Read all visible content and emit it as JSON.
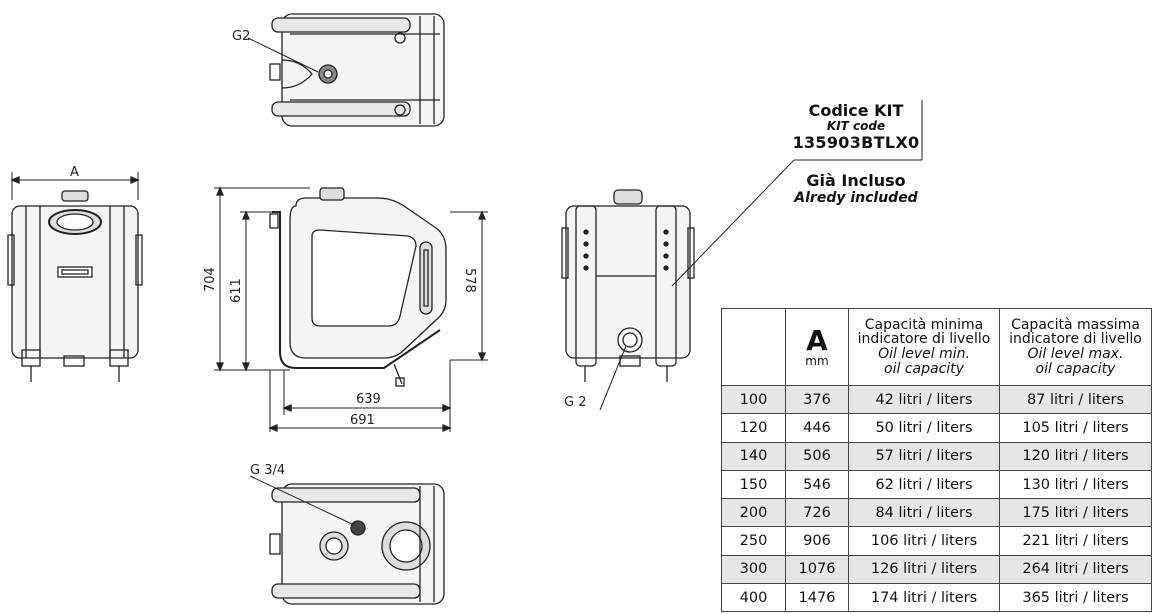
{
  "labels": {
    "g2_top": "G2",
    "dim_a": "A",
    "dim_704": "704",
    "dim_611": "611",
    "dim_578": "578",
    "dim_639": "639",
    "dim_691": "691",
    "g2_right": "G 2",
    "g34_bottom": "G 3/4"
  },
  "kit": {
    "title": "Codice KIT",
    "subtitle": "KIT code",
    "code": "135903BTLX0",
    "included_it": "Già Incluso",
    "included_en": "Alredy included"
  },
  "table": {
    "header": {
      "a_label": "A",
      "a_unit": "mm",
      "min_it_1": "Capacità minima",
      "min_it_2": "indicatore di livello",
      "min_en_1": "Oil level min.",
      "min_en_2": "oil capacity",
      "max_it_1": "Capacità massima",
      "max_it_2": "indicatore di livello",
      "max_en_1": "Oil level max.",
      "max_en_2": "oil capacity"
    },
    "rows": [
      {
        "model": "100",
        "a": "376",
        "min": "42 litri / liters",
        "max": "87 litri / liters"
      },
      {
        "model": "120",
        "a": "446",
        "min": "50 litri / liters",
        "max": "105 litri / liters"
      },
      {
        "model": "140",
        "a": "506",
        "min": "57 litri / liters",
        "max": "120 litri / liters"
      },
      {
        "model": "150",
        "a": "546",
        "min": "62 litri / liters",
        "max": "130 litri / liters"
      },
      {
        "model": "200",
        "a": "726",
        "min": "84 litri / liters",
        "max": "175 litri / liters"
      },
      {
        "model": "250",
        "a": "906",
        "min": "106 litri / liters",
        "max": "221 litri / liters"
      },
      {
        "model": "300",
        "a": "1076",
        "min": "126 litri / liters",
        "max": "264 litri / liters"
      },
      {
        "model": "400",
        "a": "1476",
        "min": "174 litri / liters",
        "max": "365 litri / liters"
      }
    ]
  }
}
